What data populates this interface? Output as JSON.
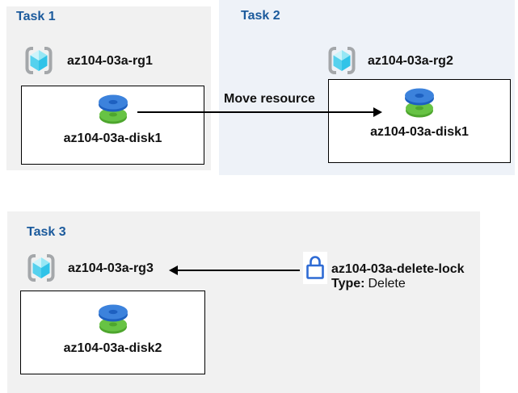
{
  "diagram": {
    "tasks": [
      {
        "title": "Task 1",
        "rg_name": "az104-03a-rg1",
        "resource_name": "az104-03a-disk1"
      },
      {
        "title": "Task 2",
        "rg_name": "az104-03a-rg2",
        "resource_name": "az104-03a-disk1"
      },
      {
        "title": "Task 3",
        "rg_name": "az104-03a-rg3",
        "resource_name": "az104-03a-disk2"
      }
    ],
    "move_arrow_label": "Move resource",
    "lock": {
      "name": "az104-03a-delete-lock",
      "type_label": "Type:",
      "type_value": "Delete"
    }
  },
  "icons": {
    "resource_group": "resource-group-brackets-cube-icon",
    "disk": "managed-disk-stacked-discs-icon",
    "lock": "padlock-icon"
  },
  "colors": {
    "panel_gray": "#f1f1f1",
    "panel_blue": "#eef2f8",
    "title_blue": "#1b5a9c",
    "bracket_gray": "#a4a7aa",
    "cube_top_left": "#cdf4fb",
    "cube_top_right": "#96e7f5",
    "cube_left": "#55d1ee",
    "cube_right": "#30c3e8",
    "disk_blue": "#3c82dc",
    "disk_blue_dark": "#1d60c0",
    "disk_green": "#67c344",
    "disk_green_dark": "#4ea62e",
    "lock_blue": "#2e6bd4",
    "arrow_black": "#000000"
  }
}
